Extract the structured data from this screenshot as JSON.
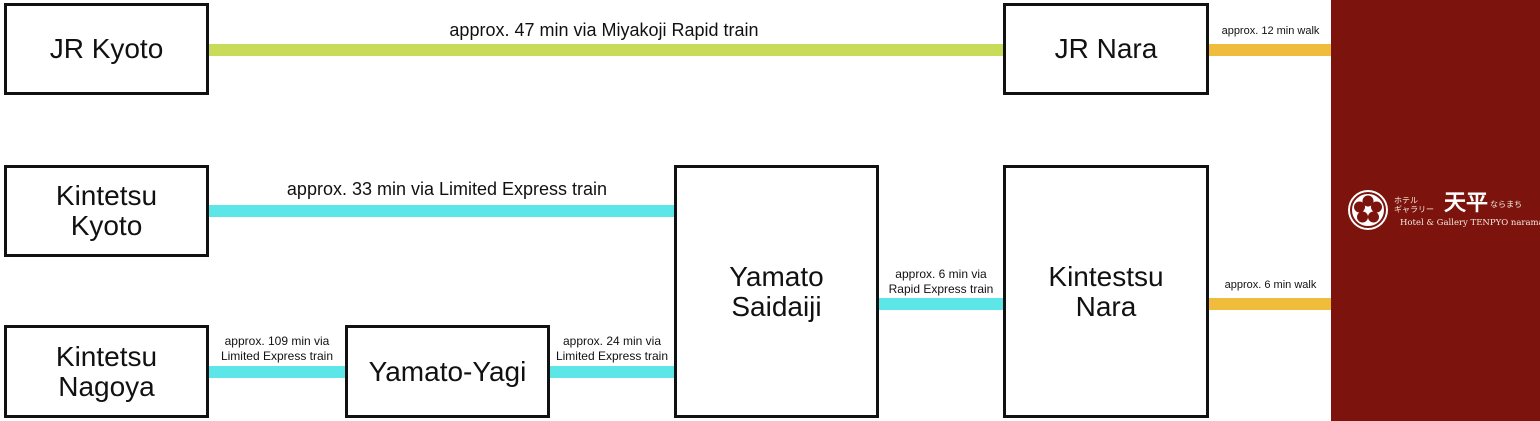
{
  "colors": {
    "jr_line": "#c8dc5a",
    "kintetsu_line": "#5de6e8",
    "walk_line": "#f0bc3c",
    "hotel_panel": "#7c130d",
    "box_border": "#111111"
  },
  "stations": {
    "jr_kyoto": "JR Kyoto",
    "jr_nara": "JR Nara",
    "kintetsu_kyoto": "Kintetsu\nKyoto",
    "kintetsu_nagoya": "Kintetsu\nNagoya",
    "yamato_yagi": "Yamato-Yagi",
    "yamato_saidaiji": "Yamato\nSaidaiji",
    "kintetsu_nara": "Kintestsu\nNara"
  },
  "routes": {
    "jr_kyoto_to_jr_nara": "approx. 47 min via Miyakoji Rapid train",
    "jr_nara_walk": "approx. 12 min walk",
    "kintetsu_kyoto_to_saidaiji": "approx. 33 min via Limited Express train",
    "saidaiji_to_kintetsu_nara": "approx. 6 min via\nRapid Express train",
    "kintetsu_nara_walk": "approx. 6 min walk",
    "nagoya_to_yagi": "approx. 109 min via\nLimited Express train",
    "yagi_to_saidaiji": "approx. 24 min via\nLimited Express train"
  },
  "hotel": {
    "logo_kana_top": "ホテル\nギャラリー",
    "logo_kanji": "天平",
    "logo_kana_right": "ならまち",
    "logo_subtitle": "Hotel & Gallery TENPYO naramachi",
    "emblem_icon": "plum-blossom-crest-icon"
  }
}
